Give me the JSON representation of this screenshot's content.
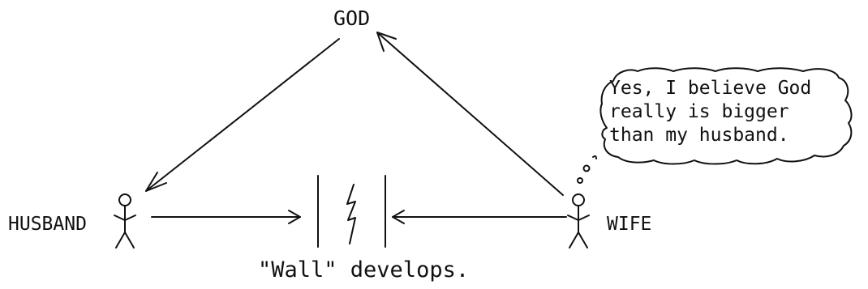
{
  "labels": {
    "god": "GOD",
    "husband": "HUSBAND",
    "wife": "WIFE",
    "wall_caption": "\"Wall\" develops."
  },
  "thought_bubble": {
    "lines": [
      "Yes, I believe God",
      "really is bigger",
      "than my husband."
    ]
  },
  "colors": {
    "ink": "#111111",
    "background": "#ffffff"
  }
}
